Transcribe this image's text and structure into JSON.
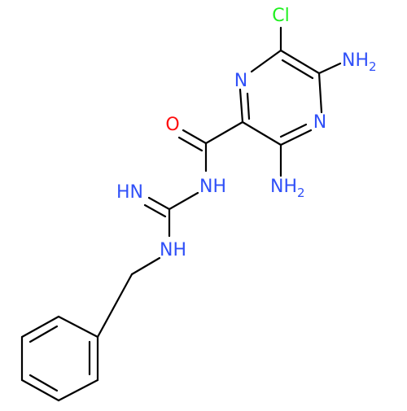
{
  "colors": {
    "bond": "#000000",
    "nitrogen": "#3050F8",
    "oxygen": "#FF0D0D",
    "chlorine": "#1FF01F"
  },
  "labels": {
    "cl": "Cl",
    "nh2_top": "NH",
    "nh2_top_sub": "2",
    "n_ring_top": "N",
    "n_ring_right": "N",
    "o": "O",
    "nh2_mid": "NH",
    "nh2_mid_sub": "2",
    "nh_amide": "NH",
    "hn_imine": "HN",
    "nh_ethyl": "NH"
  }
}
